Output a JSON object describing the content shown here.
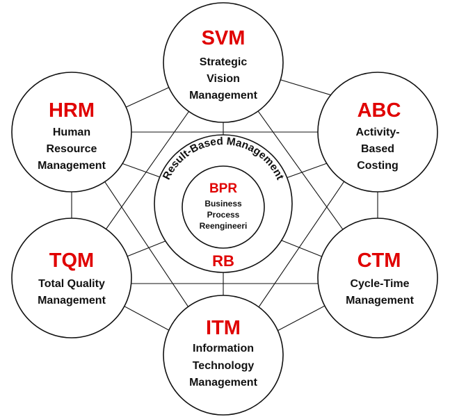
{
  "colors": {
    "abbr": "#e00000",
    "text": "#111111",
    "line": "#111111",
    "background": "#ffffff"
  },
  "center": {
    "ring_label": "Result-Based Management",
    "abbr": "BPR",
    "lines": [
      "Business",
      "Process",
      "Reengineeri"
    ],
    "bottom_label": "RB"
  },
  "nodes": [
    {
      "id": "svm",
      "abbr": "SVM",
      "lines": [
        "Strategic",
        "Vision",
        "Management"
      ]
    },
    {
      "id": "abc",
      "abbr": "ABC",
      "lines": [
        "Activity-",
        "Based",
        "Costing"
      ]
    },
    {
      "id": "ctm",
      "abbr": "CTM",
      "lines": [
        "Cycle-Time",
        "Management"
      ]
    },
    {
      "id": "itm",
      "abbr": "ITM",
      "lines": [
        "Information",
        "Technology",
        "Management"
      ]
    },
    {
      "id": "tqm",
      "abbr": "TQM",
      "lines": [
        "Total Quality",
        "Management"
      ]
    },
    {
      "id": "hrm",
      "abbr": "HRM",
      "lines": [
        "Human",
        "Resource",
        "Management"
      ]
    }
  ]
}
